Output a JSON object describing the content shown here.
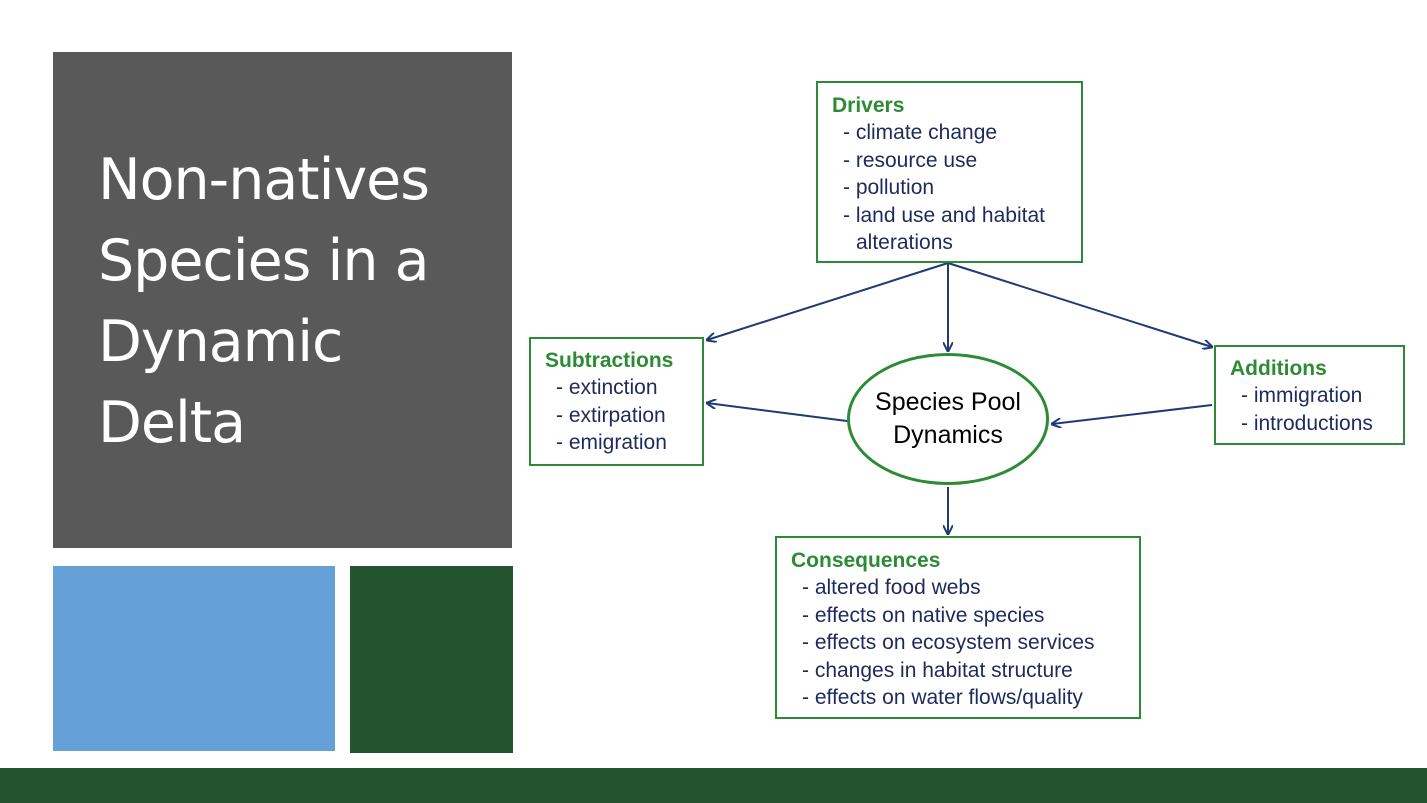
{
  "title": {
    "lines": [
      "Non-natives",
      "Species in a",
      "Dynamic",
      "Delta"
    ]
  },
  "diagram": {
    "drivers": {
      "heading": "Drivers",
      "items": [
        "- climate change",
        "- resource use",
        "- pollution",
        "- land use and habitat"
      ],
      "continuation": "alterations"
    },
    "subtractions": {
      "heading": "Subtractions",
      "items": [
        "- extinction",
        "- extirpation",
        "- emigration"
      ]
    },
    "additions": {
      "heading": "Additions",
      "items": [
        "- immigration",
        "- introductions"
      ]
    },
    "center": {
      "line1": "Species Pool",
      "line2": "Dynamics"
    },
    "consequences": {
      "heading": "Consequences",
      "items": [
        "- altered food webs",
        "- effects on native species",
        "- effects on ecosystem services",
        "- changes in habitat structure",
        "- effects on water flows/quality"
      ]
    }
  },
  "colors": {
    "title_panel": "#595959",
    "blue_block": "#65a0d6",
    "green_block": "#245330",
    "box_border": "#2e8b35",
    "heading_text": "#2e8b35",
    "item_text": "#1f2a5c",
    "arrow": "#1f3a75"
  }
}
